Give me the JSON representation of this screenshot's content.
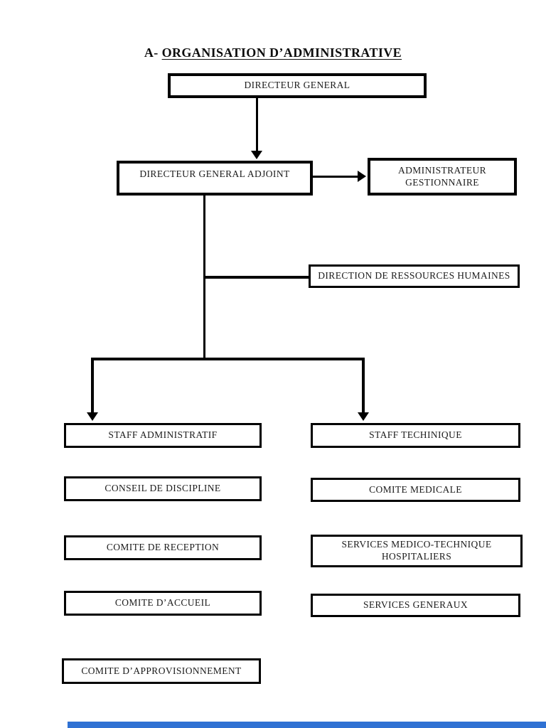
{
  "title": {
    "prefix": "A- ",
    "main": "ORGANISATION D’ADMINISTRATIVE"
  },
  "nodes": {
    "directeur_general": {
      "label": "DIRECTEUR GENERAL"
    },
    "directeur_general_adjoint": {
      "label": "DIRECTEUR GENERAL ADJOINT"
    },
    "administrateur_gestionnaire": {
      "line1": "ADMINISTRATEUR",
      "line2": "GESTIONNAIRE"
    },
    "direction_ressources_humaines": {
      "label": "DIRECTION DE RESSOURCES HUMAINES"
    },
    "staff_administratif": {
      "label": "STAFF ADMINISTRATIF"
    },
    "staff_techinique": {
      "label": "STAFF TECHINIQUE"
    },
    "conseil_de_discipline": {
      "label": "CONSEIL DE DISCIPLINE"
    },
    "comite_medicale": {
      "label": "COMITE MEDICALE"
    },
    "comite_de_reception": {
      "label": "COMITE DE RECEPTION"
    },
    "services_medico_technique": {
      "line1": "SERVICES MEDICO-TECHNIQUE",
      "line2": "HOSPITALIERS"
    },
    "comite_daccueil": {
      "label": "COMITE D’ACCUEIL"
    },
    "services_generaux": {
      "label": "SERVICES GENERAUX"
    },
    "comite_dapprovisionnement": {
      "label": "COMITE D’APPROVISIONNEMENT"
    }
  },
  "colors": {
    "box_border": "#000000",
    "connector": "#000000",
    "bottom_bar": "#2f71d3"
  }
}
